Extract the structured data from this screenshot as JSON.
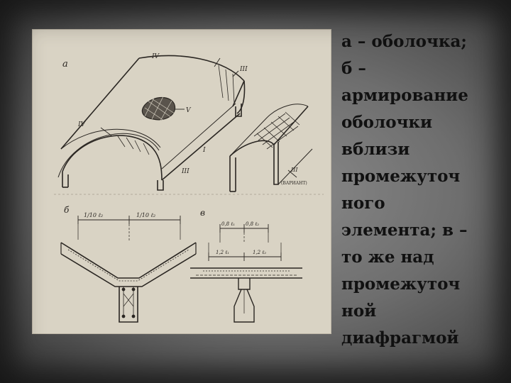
{
  "caption": {
    "text": "а – оболочка;\nб –\nармирование\nоболочки\nвблизи\nпромежуточ\nного\nэлемента; в –\nто же над\nпромежуточ\nной\nдиафрагмой"
  },
  "figure": {
    "labels": {
      "panel_a": "а",
      "panel_b": "б",
      "panel_v": "в",
      "roman_iv_top": "IV",
      "roman_iii_right": "III",
      "roman_v": "V",
      "roman_iv_left": "IV",
      "roman_i": "I",
      "roman_iii_bottom": "III",
      "roman_iii_detail": "III",
      "variant": "(ВАРИАНТ)",
      "dim_b_left": "1/10 ℓ₂",
      "dim_b_right": "1/10 ℓ₂",
      "dim_v_top_left": "0,8 ℓ₁",
      "dim_v_top_right": "0,8 ℓ₂",
      "dim_v_left": "1,2 ℓ₁",
      "dim_v_right": "1,2 ℓ₂"
    }
  },
  "colors": {
    "paper": "#d9d3c4",
    "ink": "#2a2622",
    "slide_bg": "#6e6e6e",
    "text": "#111111"
  }
}
